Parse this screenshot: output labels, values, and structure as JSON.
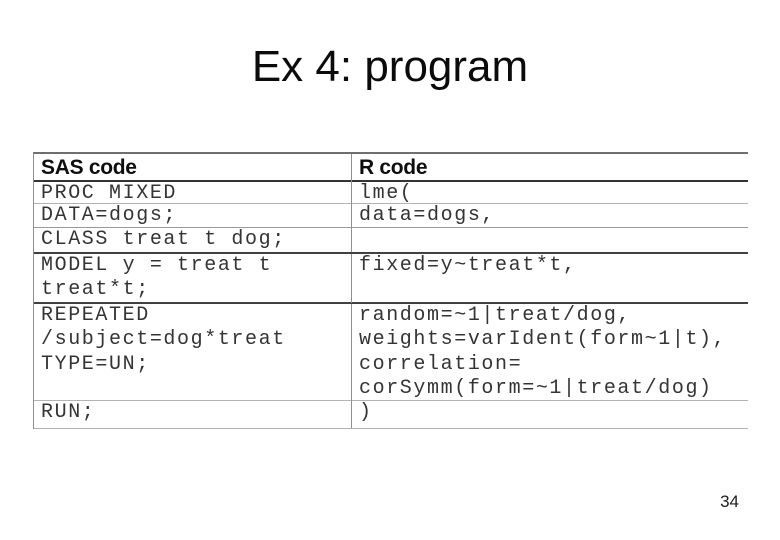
{
  "slide": {
    "title": "Ex 4: program",
    "page_number": "34"
  },
  "comparison_table": {
    "headers": {
      "sas": "SAS code",
      "r": "R code"
    },
    "rows": [
      {
        "sas": "PROC MIXED",
        "r": "lme("
      },
      {
        "sas": "DATA=dogs;",
        "r": "data=dogs,"
      },
      {
        "sas": "CLASS treat t dog;",
        "r": ""
      },
      {
        "sas": "MODEL y = treat t\ntreat*t;",
        "r": "fixed=y~treat*t,"
      },
      {
        "sas": "REPEATED\n/subject=dog*treat\nTYPE=UN;",
        "r": "random=~1|treat/dog,\nweights=varIdent(form~1|t),\ncorrelation=\ncorSymm(form=~1|treat/dog)"
      },
      {
        "sas": "RUN;",
        "r": ")"
      }
    ]
  }
}
